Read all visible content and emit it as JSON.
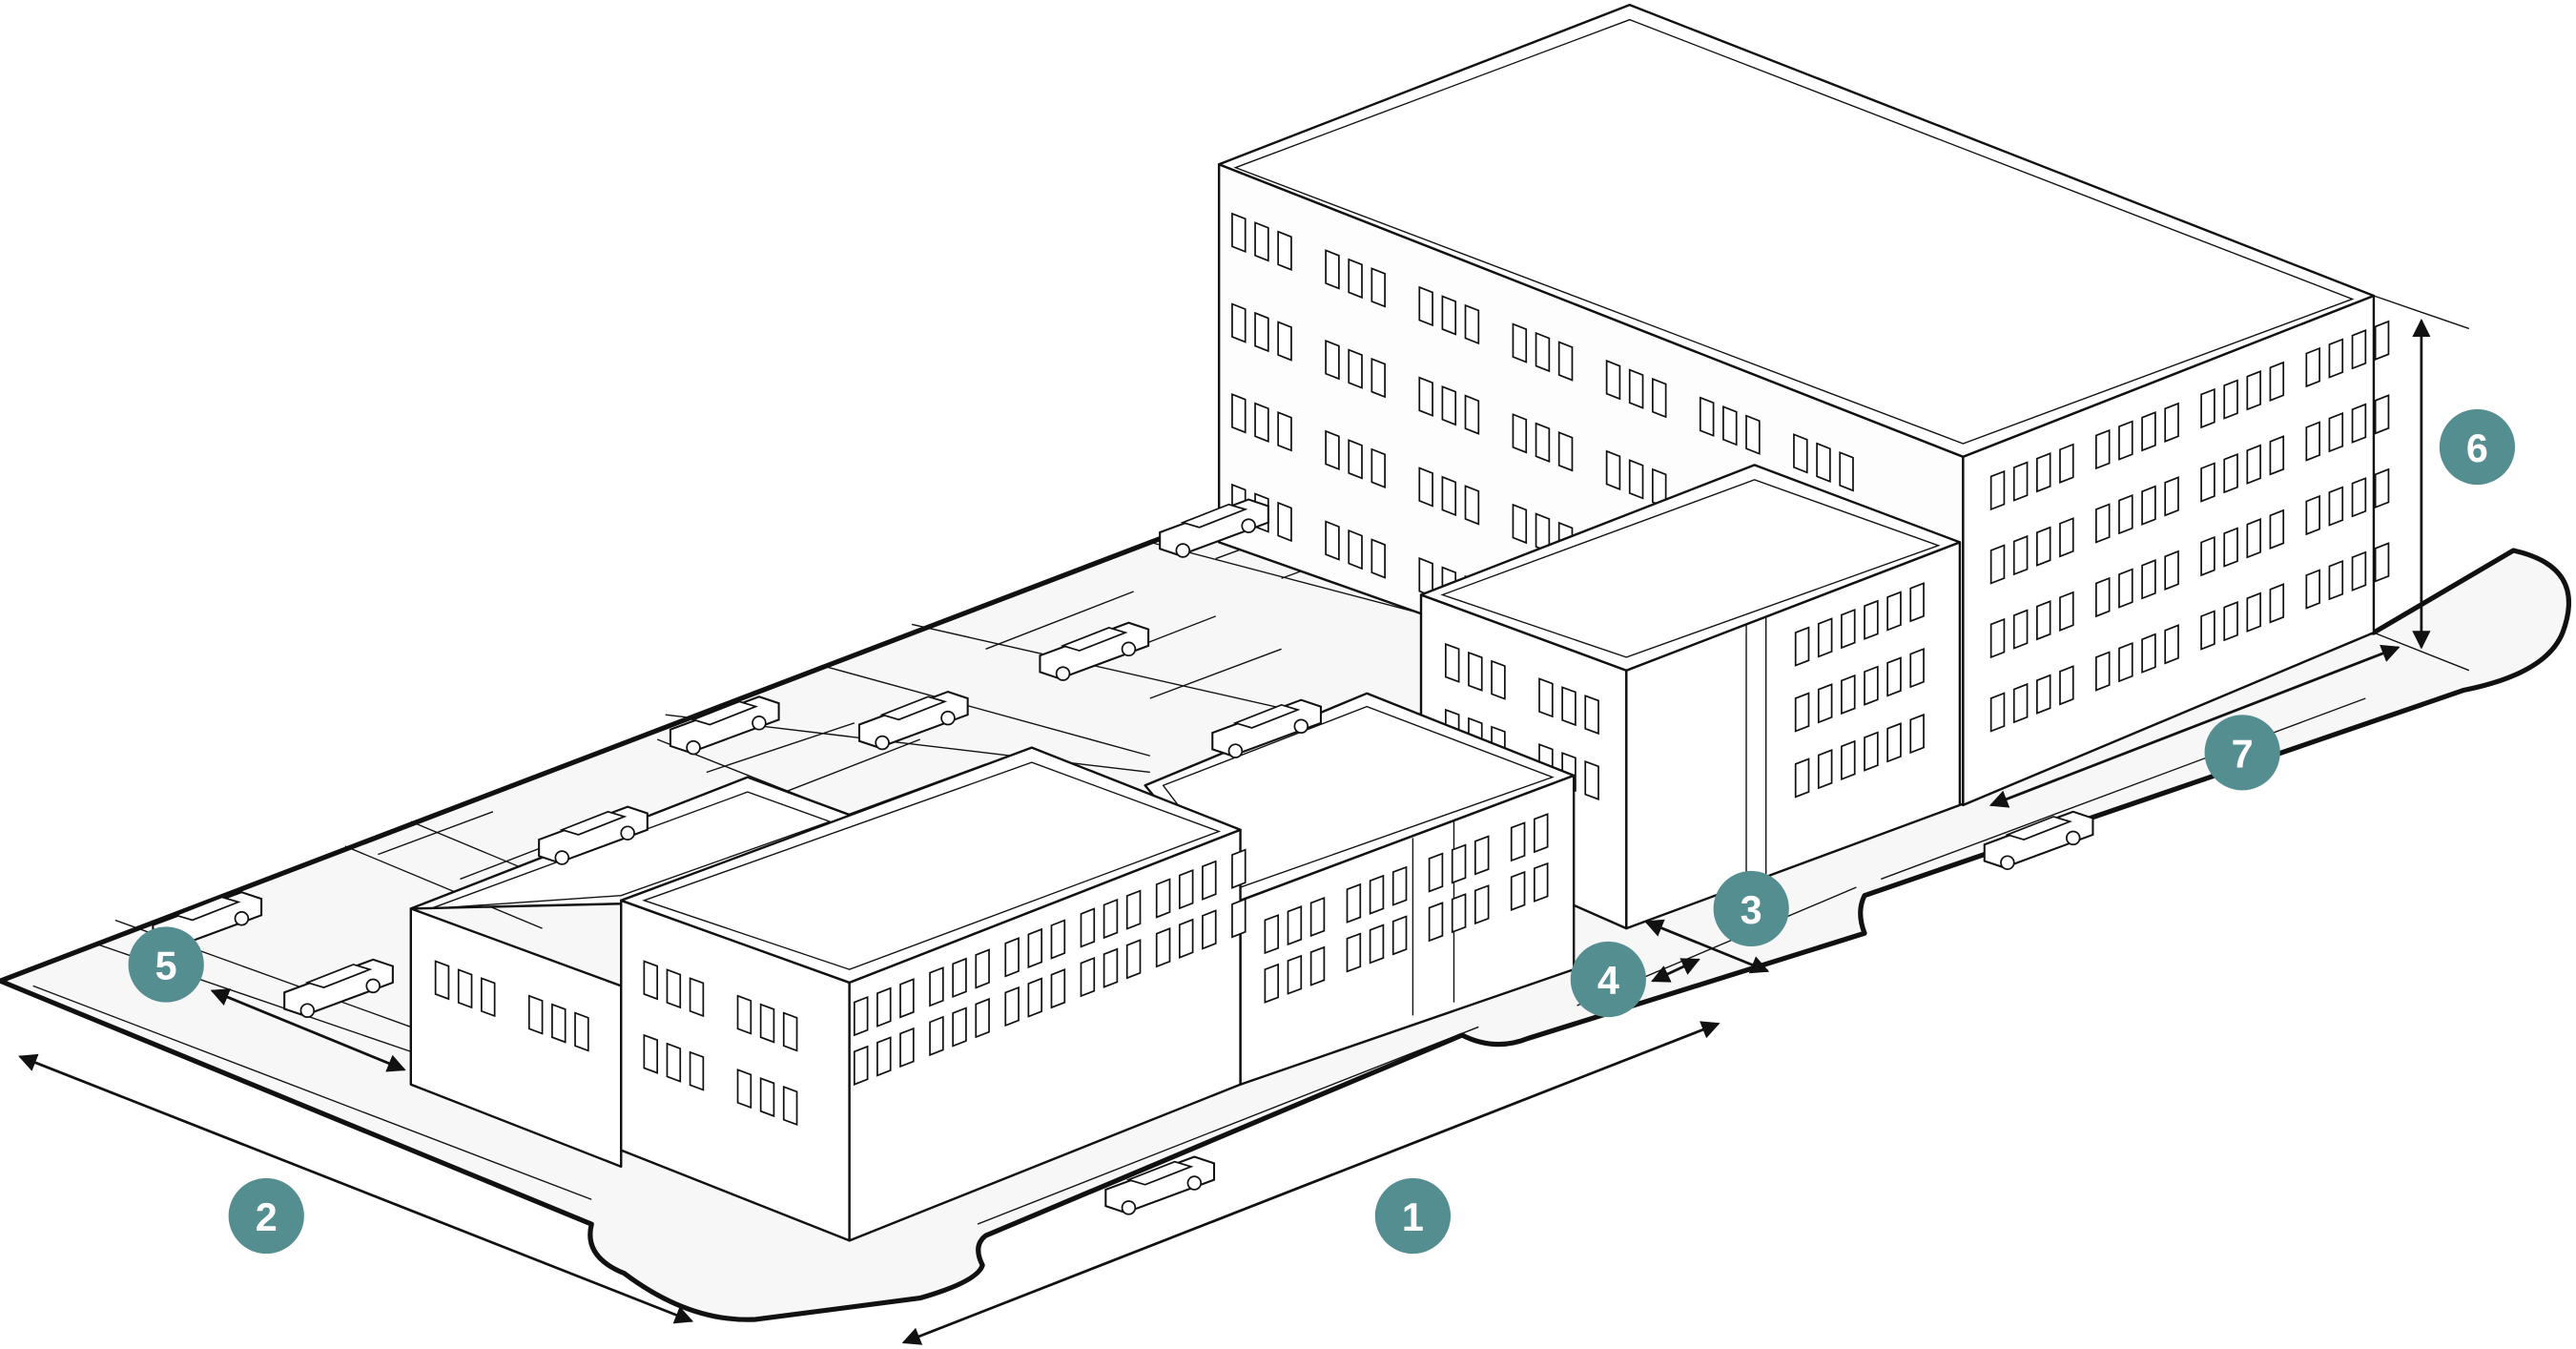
{
  "accent_color": "#558e90",
  "callouts": [
    {
      "label": "1",
      "target": "street-frontage-length"
    },
    {
      "label": "2",
      "target": "side-street-frontage-length"
    },
    {
      "label": "3",
      "target": "front-setback"
    },
    {
      "label": "4",
      "target": "sidewalk-width"
    },
    {
      "label": "5",
      "target": "parking-setback"
    },
    {
      "label": "6",
      "target": "building-height"
    },
    {
      "label": "7",
      "target": "ground-floor-frontage"
    }
  ]
}
